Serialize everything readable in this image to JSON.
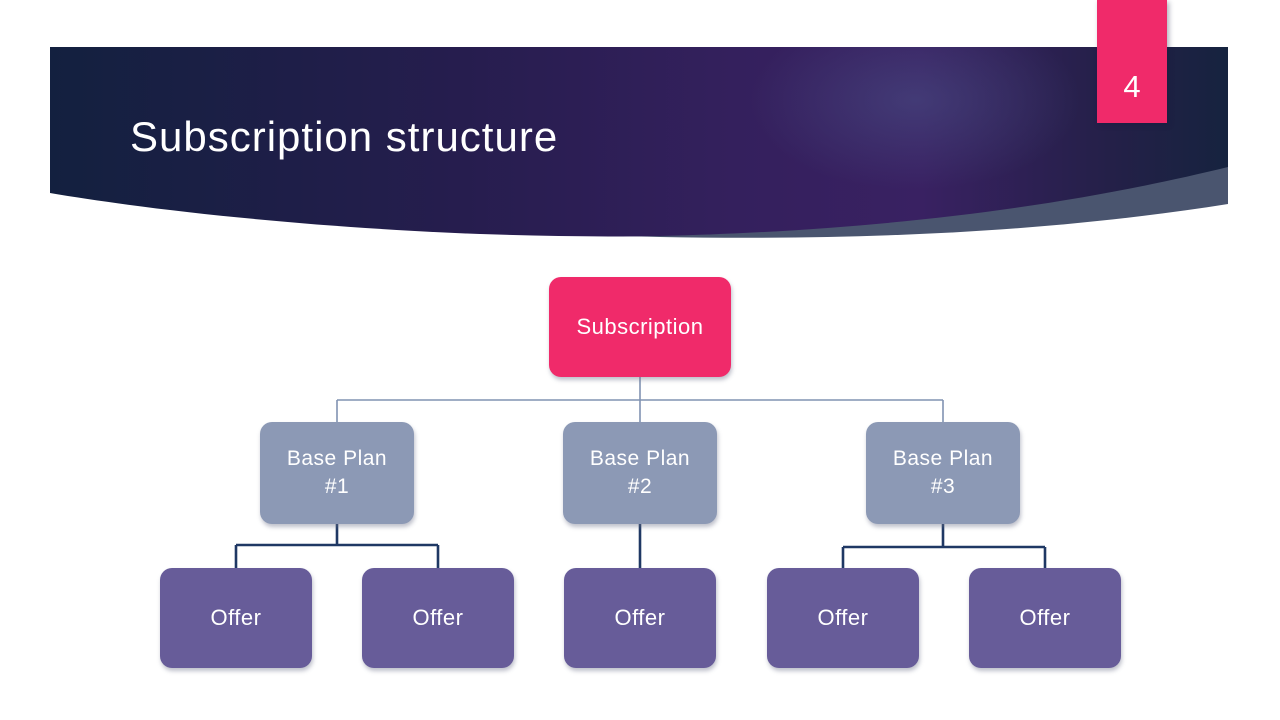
{
  "slide": {
    "title": "Subscription structure",
    "page_number": "4"
  },
  "colors": {
    "accent_pink": "#F02A6A",
    "header_navy_left": "#13203F",
    "header_purple_mid": "#36215F",
    "header_navy_right": "#16233F",
    "header_swoosh_gray": "#4A556F",
    "base_plan_fill": "#8C99B5",
    "offer_fill": "#675C99",
    "connector_upper": "#8193B2",
    "connector_lower": "#1F3864",
    "node_text": "#FFFFFF"
  },
  "org_chart": {
    "root": {
      "label": "Subscription"
    },
    "base_plans": [
      {
        "label": "Base Plan\n#1"
      },
      {
        "label": "Base Plan\n#2"
      },
      {
        "label": "Base Plan\n#3"
      }
    ],
    "offers": [
      {
        "label": "Offer",
        "parent": "Base Plan #1"
      },
      {
        "label": "Offer",
        "parent": "Base Plan #1"
      },
      {
        "label": "Offer",
        "parent": "Base Plan #2"
      },
      {
        "label": "Offer",
        "parent": "Base Plan #3"
      },
      {
        "label": "Offer",
        "parent": "Base Plan #3"
      }
    ]
  }
}
